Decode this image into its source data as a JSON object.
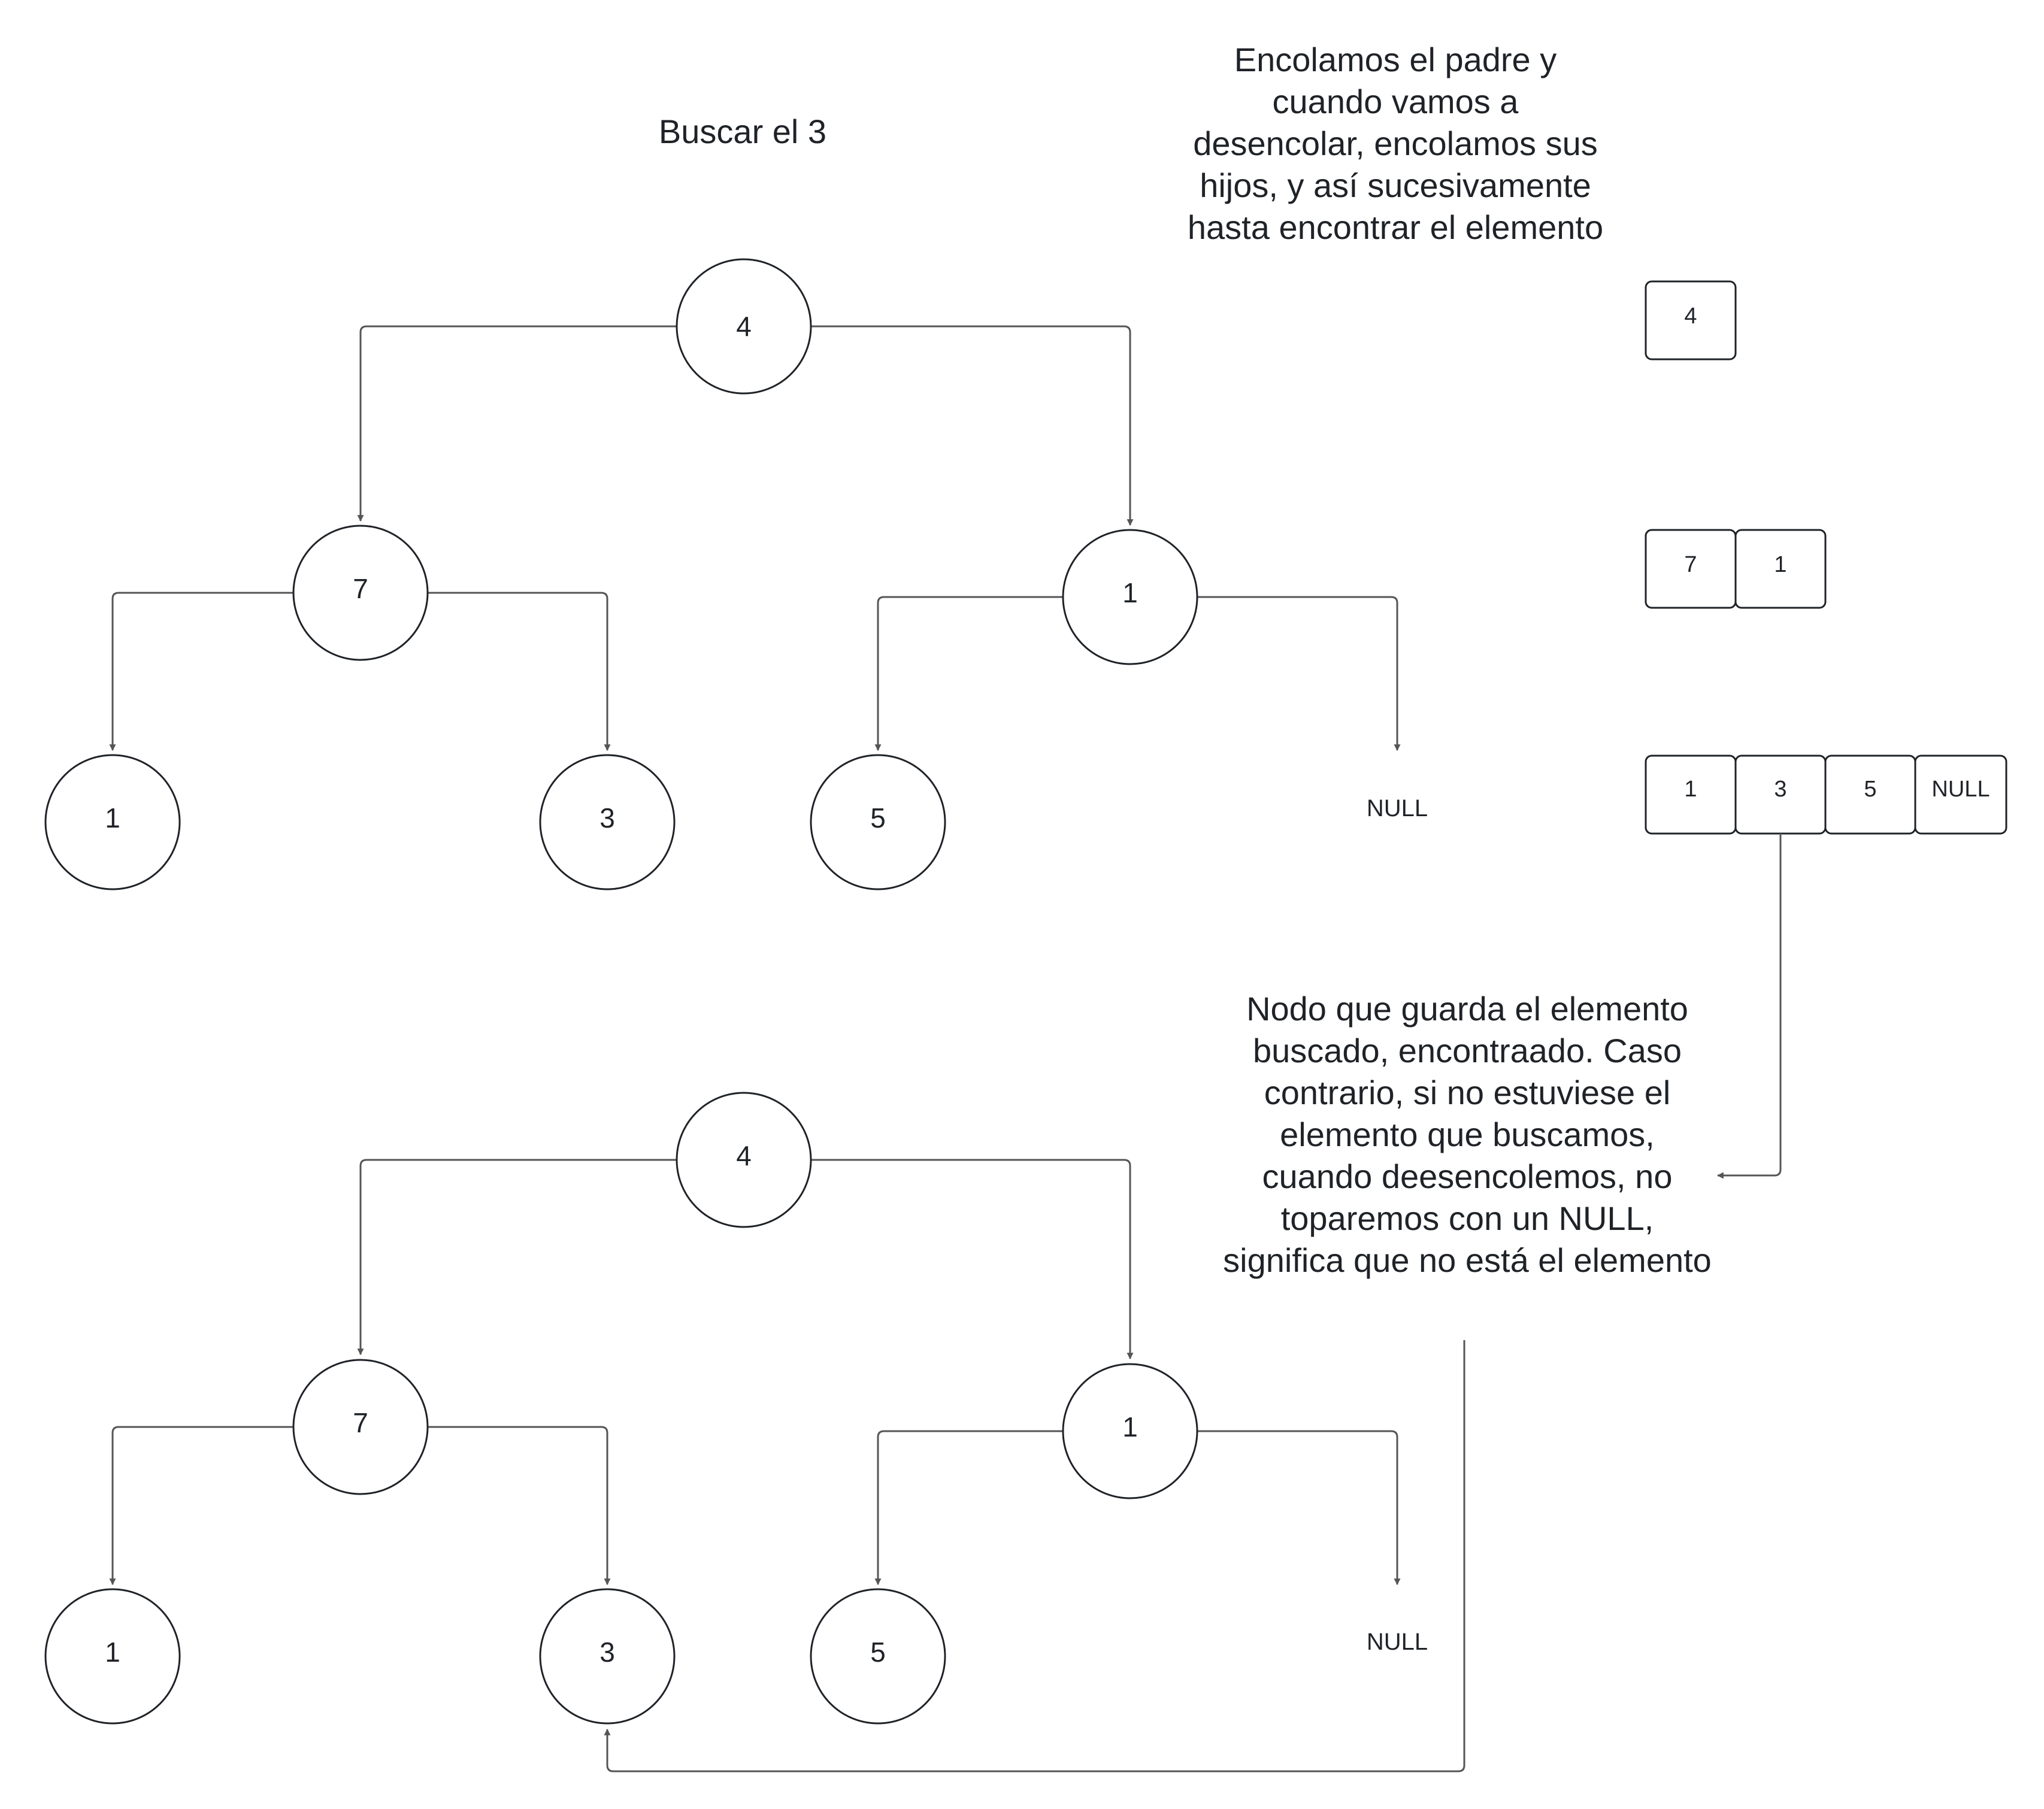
{
  "title": "Buscar el 3",
  "note_top": "Encolamos el padre y cuando vamos a desencolar, encolamos sus hijos, y así sucesivamente hasta encontrar el elemento",
  "note_bottom": "Nodo que guarda el elemento buscado, encontraado. Caso contrario, si no estuviese el elemento que buscamos, cuando deesencolemos, no toparemos con un NULL, significa que no está el elemento",
  "tree": {
    "root": "4",
    "left": {
      "value": "7",
      "left": "1",
      "right": "3"
    },
    "right": {
      "value": "1",
      "left": "5",
      "right": "NULL"
    }
  },
  "queue_steps": [
    [
      "4"
    ],
    [
      "7",
      "1"
    ],
    [
      "1",
      "3",
      "5",
      "NULL"
    ]
  ],
  "found_value": "3",
  "colors": {
    "stroke": "#1f2328",
    "arrow": "#555555",
    "text": "#1f2328",
    "background": "#ffffff"
  }
}
